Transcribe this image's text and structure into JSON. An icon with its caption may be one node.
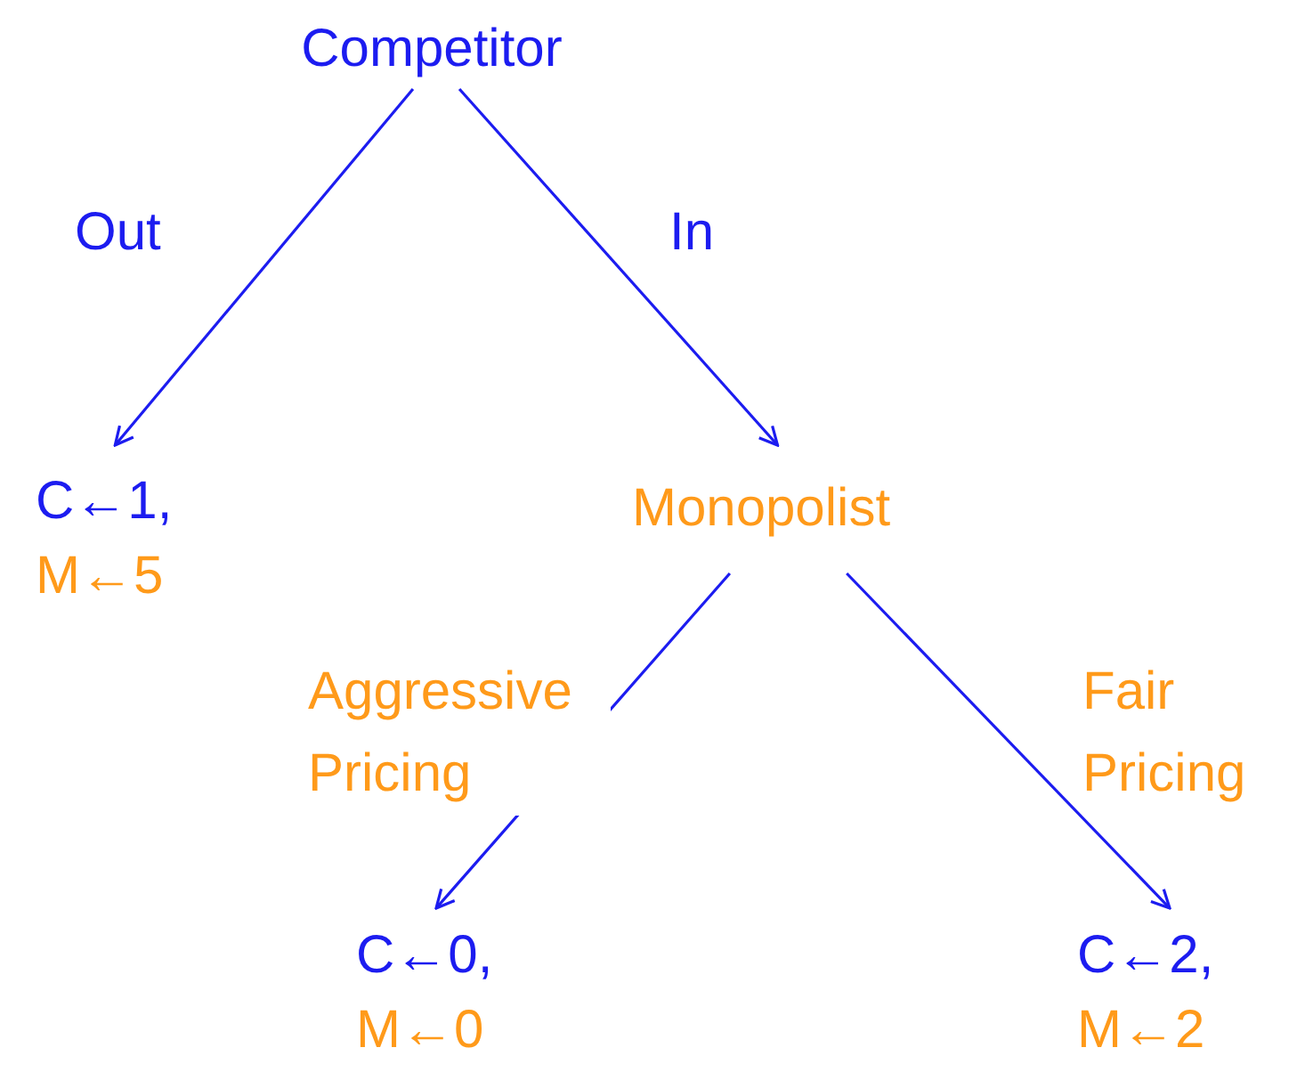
{
  "diagram": {
    "nodes": [
      {
        "text": [
          "Competitor"
        ]
      },
      {
        "text": [
          "C←1,",
          "M←5"
        ]
      },
      {
        "text": [
          "Monopolist"
        ]
      },
      {
        "text": [
          "C←0,",
          "M←0"
        ]
      },
      {
        "text": [
          "C←2,",
          "M←2"
        ]
      }
    ],
    "edges": [
      {
        "from": 0,
        "to": 1,
        "arrow": "to",
        "label": "Out"
      },
      {
        "from": 0,
        "to": 2,
        "arrow": "to",
        "label": "In"
      },
      {
        "from": 2,
        "to": 3,
        "arrow": "to",
        "label": "Aggressive Pricing"
      },
      {
        "from": 2,
        "to": 4,
        "arrow": "to",
        "label": "Fair Pricing"
      }
    ]
  }
}
